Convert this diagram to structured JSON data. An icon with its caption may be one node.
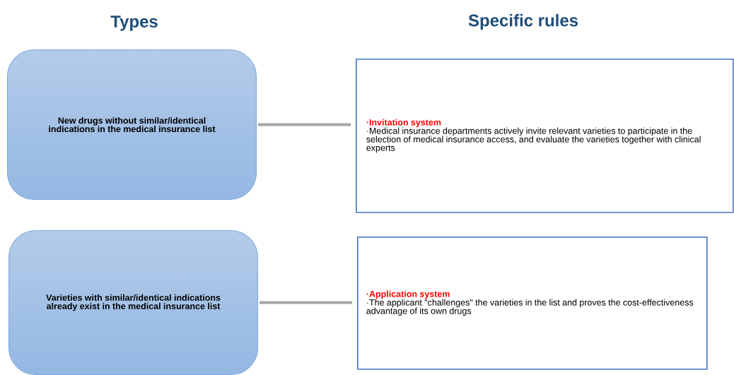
{
  "diagram": {
    "nodes": [
      {
        "text": [
          "New drugs without similar/identical indications in the medical insurance list"
        ]
      },
      {
        "text": [
          "·Invitation system",
          "·Medical insurance departments actively invite relevant varieties to participate in the selection of medical insurance access, and evaluate the varieties together with clinical experts"
        ]
      },
      {
        "text": [
          "Varieties with similar/identical indications already exist in the medical insurance list"
        ]
      },
      {
        "text": [
          "·Application system",
          "·The applicant \"challenges\" the varieties in the list and proves the cost-effectiveness advantage of its own drugs"
        ]
      }
    ],
    "edges": [
      {
        "from": 0,
        "to": 1,
        "arrow": "none"
      },
      {
        "from": 2,
        "to": 3,
        "arrow": "none"
      }
    ],
    "labels": [
      "Types",
      "Specific rules"
    ]
  }
}
